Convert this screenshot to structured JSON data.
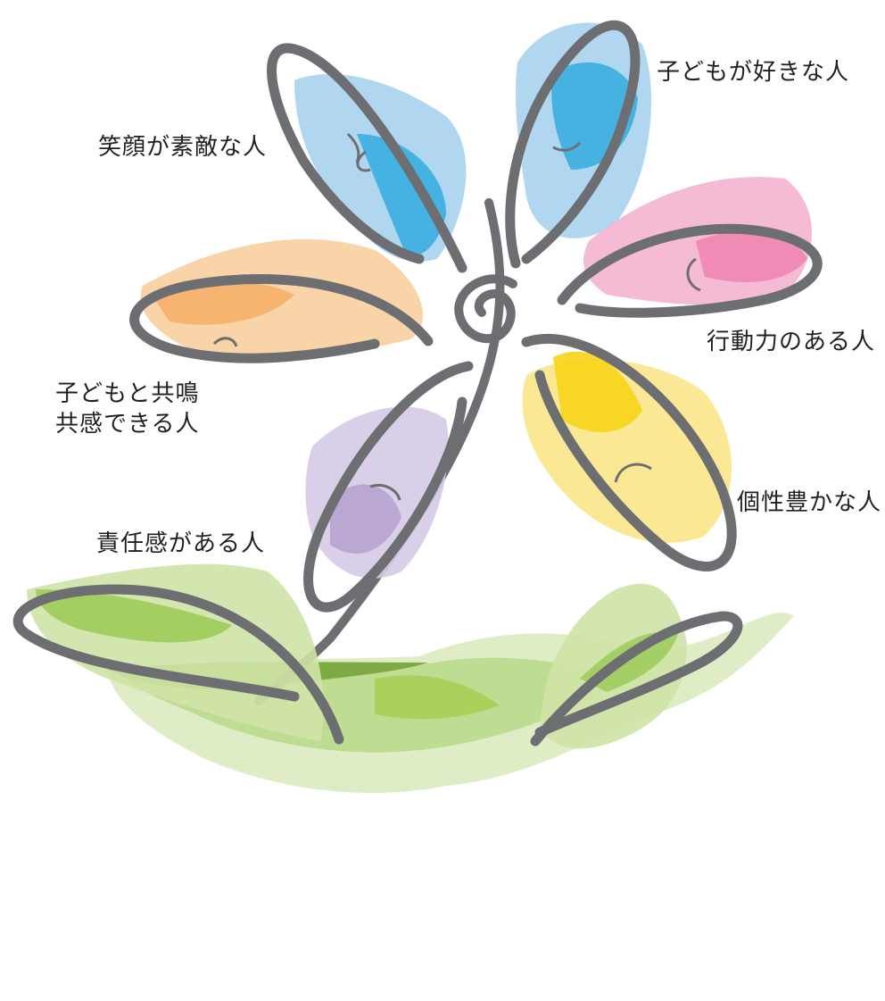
{
  "labels": {
    "children_lover": "子どもが好きな人",
    "smile": "笑顔が素敵な人",
    "action": "行動力のある人",
    "empathy_line1": "子どもと共鳴",
    "empathy_line2": "共感できる人",
    "individuality": "個性豊かな人",
    "responsibility": "責任感がある人"
  },
  "colors": {
    "outline": "#6d6e71",
    "blue_petal": "#3aaee0",
    "light_blue_petal": "#a9d3ee",
    "pink_petal": "#ef86b3",
    "orange_petal": "#f6b06a",
    "yellow_petal": "#f7d417",
    "purple_petal": "#b7a3cf",
    "leaf_green": "#9ccb5a",
    "pale_green": "#cfe3a6",
    "text": "#231f20"
  }
}
